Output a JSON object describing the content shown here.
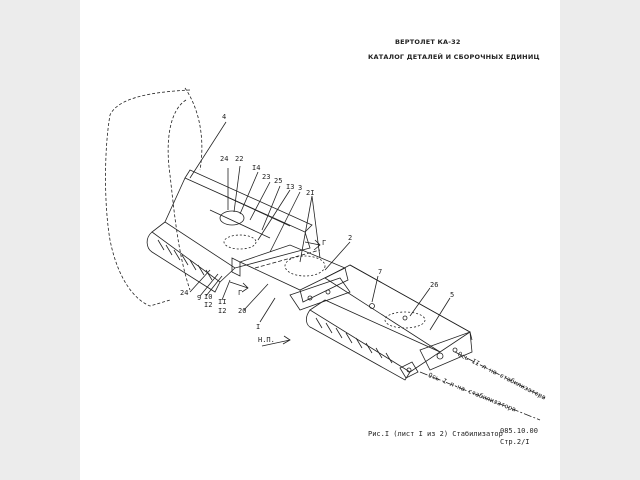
{
  "header": {
    "title": "ВЕРТОЛЕТ КА-32",
    "subtitle": "КАТАЛОГ ДЕТАЛЕЙ И СБОРОЧНЫХ ЕДИНИЦ"
  },
  "caption": "Рис.I (лист I из 2) Стабилизатор",
  "doc_code": "085.10.00",
  "page_no": "Стр.2/I",
  "callouts": {
    "c4": "4",
    "c24a": "24",
    "c22": "22",
    "c14": "I4",
    "c23": "23",
    "c25": "25",
    "c13": "I3",
    "c3": "3",
    "c21": "2I",
    "c2": "2",
    "c7": "7",
    "c26": "26",
    "c5": "5",
    "c24b": "24",
    "c9": "9",
    "c10": "I0",
    "c12a": "I2",
    "c11": "II",
    "c12b": "I2",
    "c20": "20",
    "c1": "I",
    "gamma1": "Г",
    "gamma2": "Г",
    "np": "Н.П."
  },
  "axes": {
    "axis_upper": "Ось II л-на стабилизатора",
    "axis_lower": "Ось I л-на стабилизатора"
  }
}
